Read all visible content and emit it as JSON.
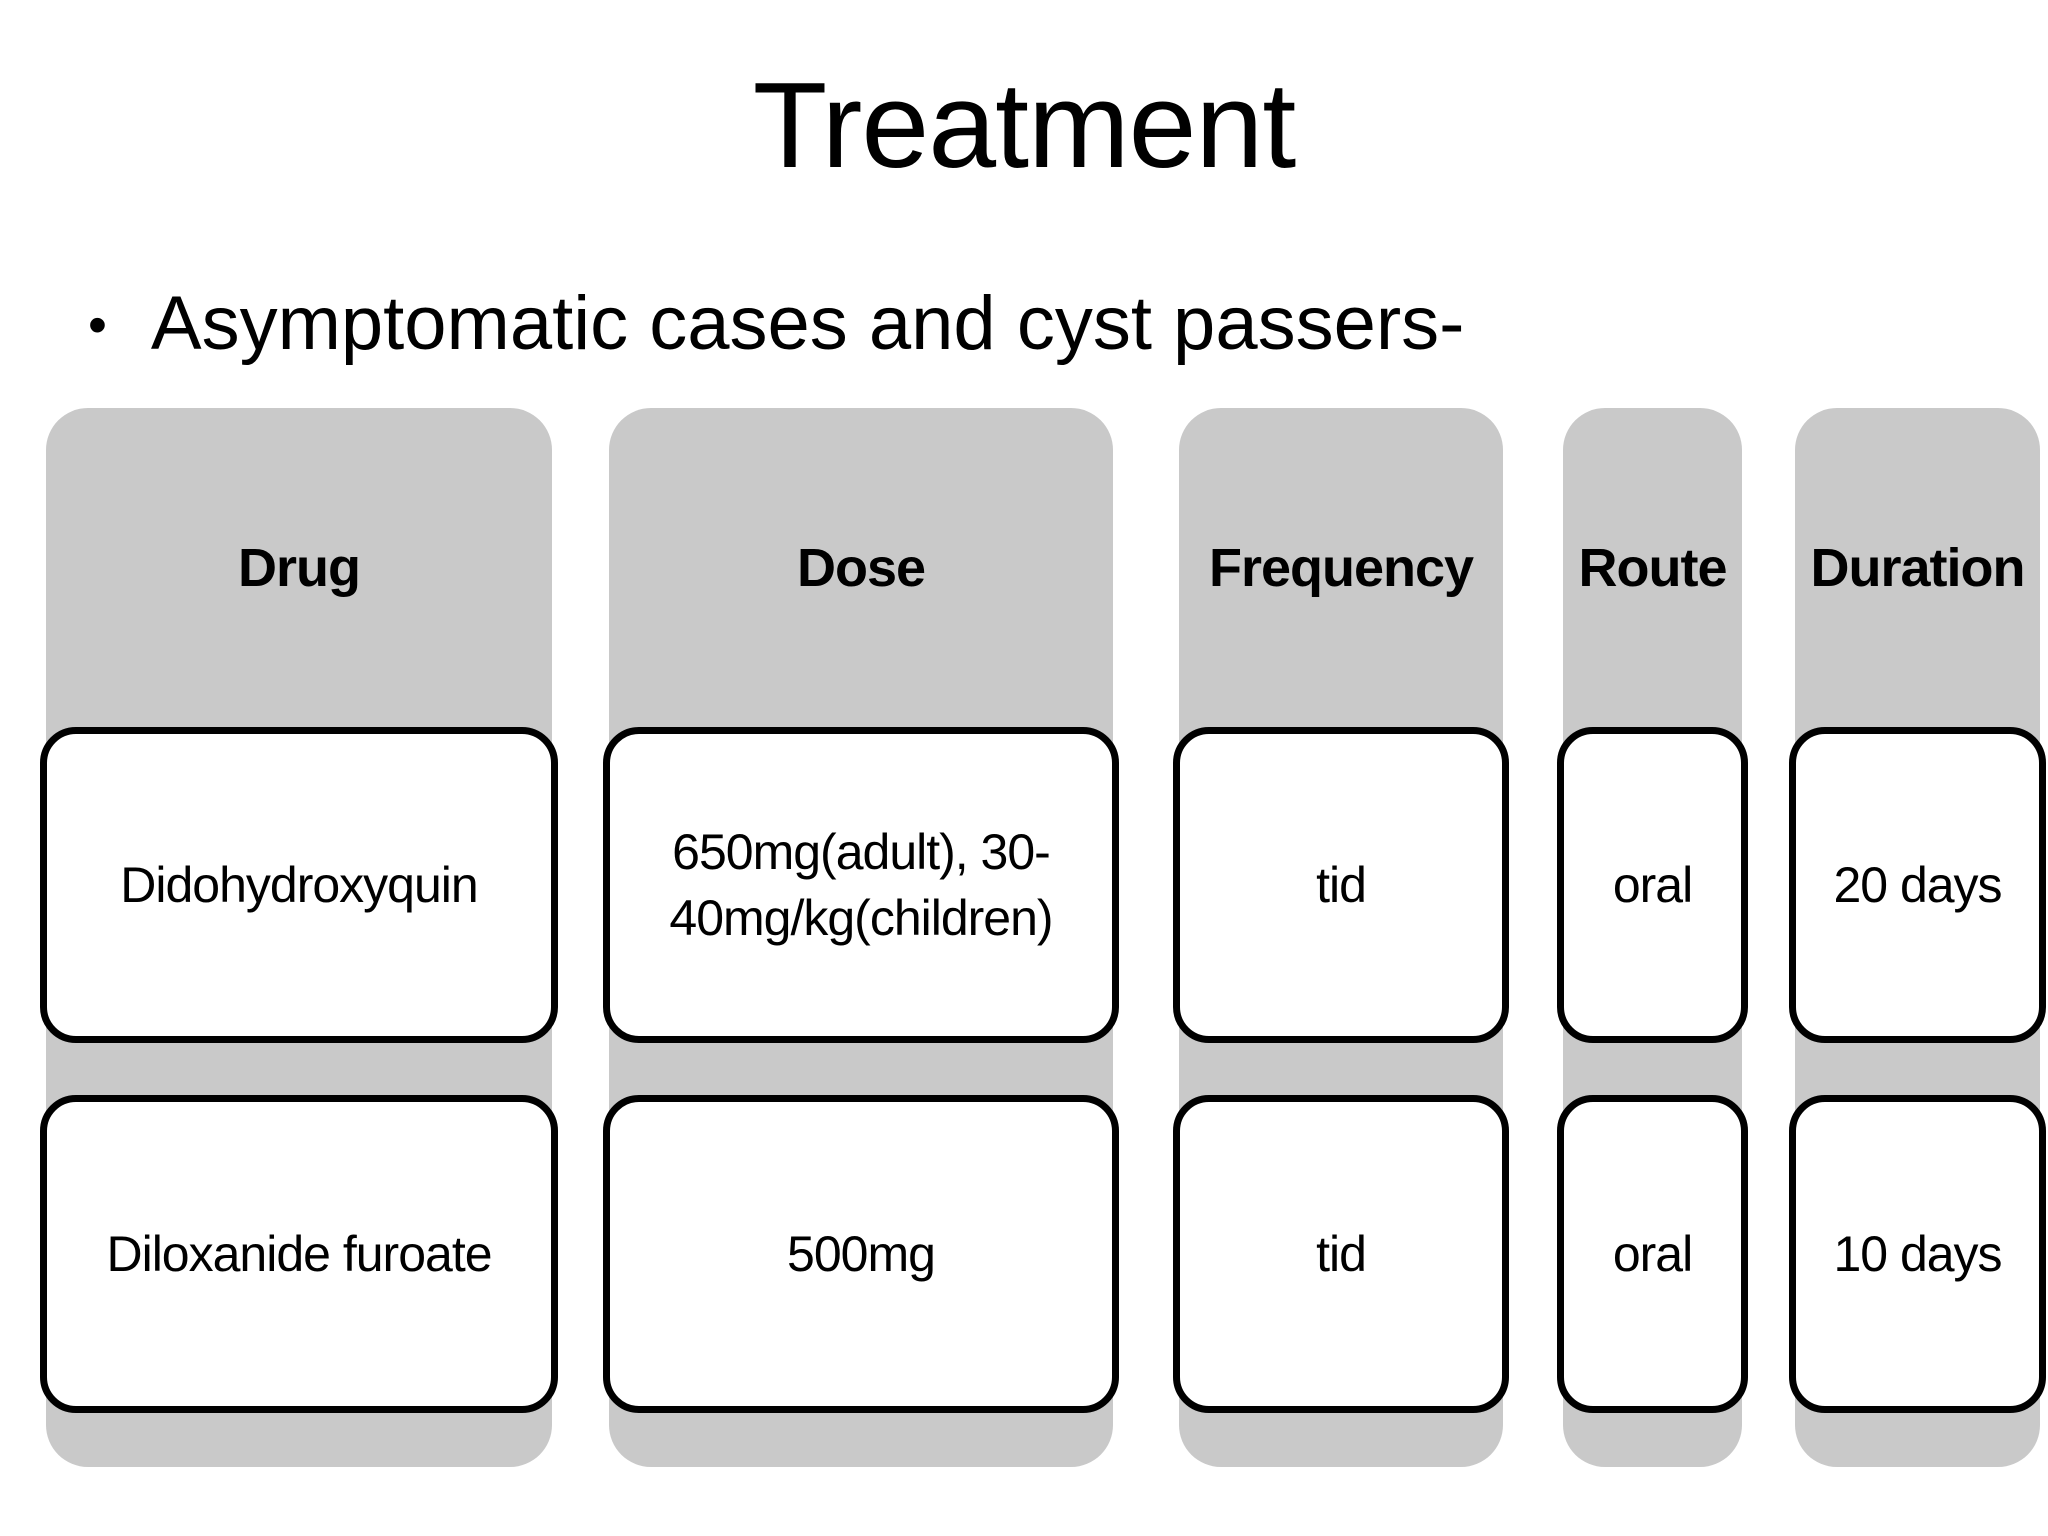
{
  "slide": {
    "title": "Treatment",
    "bullet_marker": "•",
    "bullet_text": "Asymptomatic cases and cyst passers-"
  },
  "table": {
    "columns": [
      {
        "header": "Drug",
        "rows": [
          "Didohydroxyquin",
          "Diloxanide furoate"
        ]
      },
      {
        "header": "Dose",
        "rows": [
          "650mg(adult), 30-40mg/kg(children)",
          "500mg"
        ]
      },
      {
        "header": "Frequency",
        "rows": [
          "tid",
          "tid"
        ]
      },
      {
        "header": "Route",
        "rows": [
          "oral",
          "oral"
        ]
      },
      {
        "header": "Duration",
        "rows": [
          "20 days",
          "10 days"
        ]
      }
    ]
  },
  "colors": {
    "page_bg": "#ffffff",
    "column_bg": "#c9c9c9",
    "cell_bg": "#ffffff",
    "cell_border": "#000000",
    "text": "#000000"
  }
}
